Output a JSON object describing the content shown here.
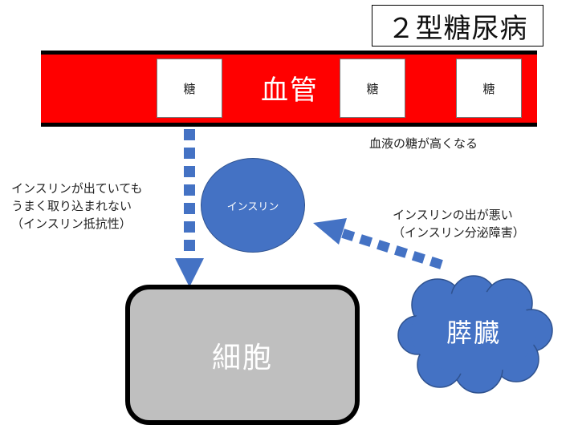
{
  "title": "２型糖尿病",
  "vessel": {
    "label": "血管",
    "sugars": [
      "糖",
      "糖",
      "糖"
    ]
  },
  "blood_sugar_caption": "血液の糖が高くなる",
  "insulin": {
    "label": "インスリン"
  },
  "resistance_caption": {
    "line1": "インスリンが出ていても",
    "line2": "うまく取り込まれない",
    "line3": "（インスリン抵抗性）"
  },
  "secretion_caption": {
    "line1": "インスリンの出が悪い",
    "line2": "（インスリン分泌障害）"
  },
  "cell": {
    "label": "細胞"
  },
  "pancreas": {
    "label": "膵臓"
  },
  "colors": {
    "vessel": "#ff0000",
    "shape_fill": "#4472c4",
    "cell_fill": "#bfbfbf",
    "outline": "#000000"
  }
}
